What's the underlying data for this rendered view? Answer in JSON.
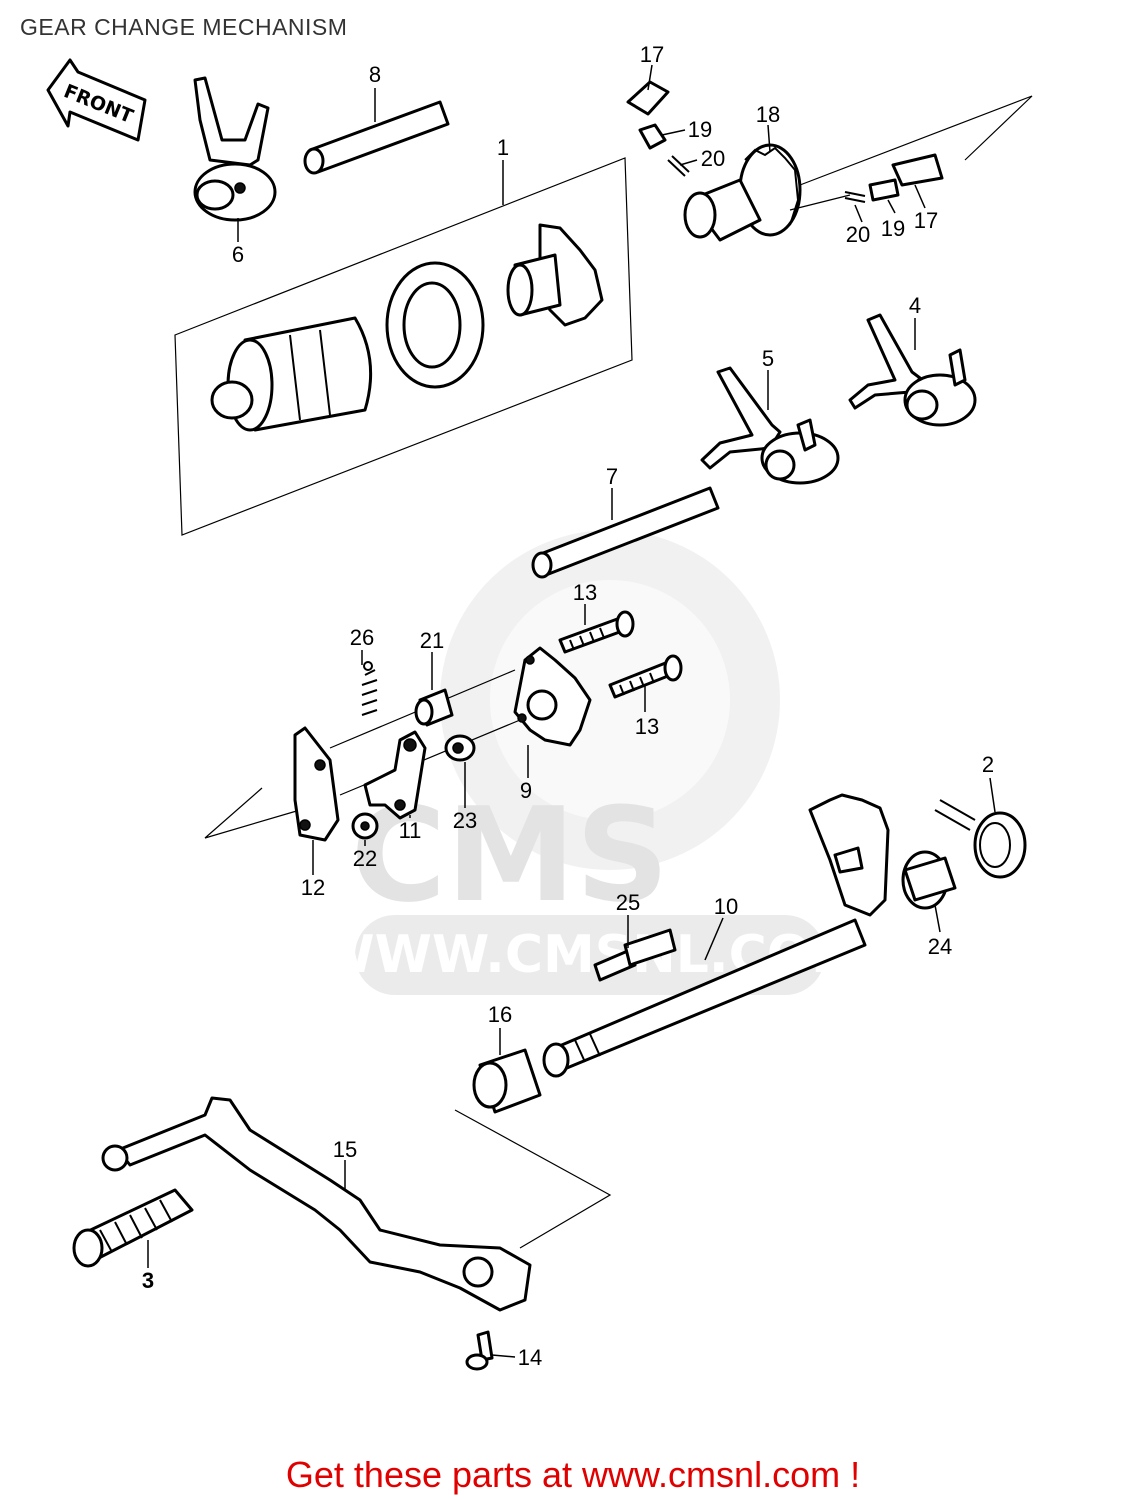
{
  "title": "GEAR CHANGE MECHANISM",
  "front_label": "FRONT",
  "callouts": {
    "p1": "1",
    "p2": "2",
    "p3": "3",
    "p4": "4",
    "p5": "5",
    "p6": "6",
    "p7": "7",
    "p8": "8",
    "p9": "9",
    "p10": "10",
    "p11": "11",
    "p12": "12",
    "p13a": "13",
    "p13b": "13",
    "p14": "14",
    "p15": "15",
    "p16": "16",
    "p17a": "17",
    "p17b": "17",
    "p18": "18",
    "p19a": "19",
    "p19b": "19",
    "p20a": "20",
    "p20b": "20",
    "p21": "21",
    "p22": "22",
    "p23": "23",
    "p24": "24",
    "p25": "25",
    "p26": "26"
  },
  "watermark": {
    "logo": "CMS",
    "url": "WWW.CMSNL.COM"
  },
  "footer": "Get these parts at www.cmsnl.com !",
  "colors": {
    "footer_text": "#e00000",
    "watermark": "#e3e3e3",
    "line": "#000000"
  }
}
